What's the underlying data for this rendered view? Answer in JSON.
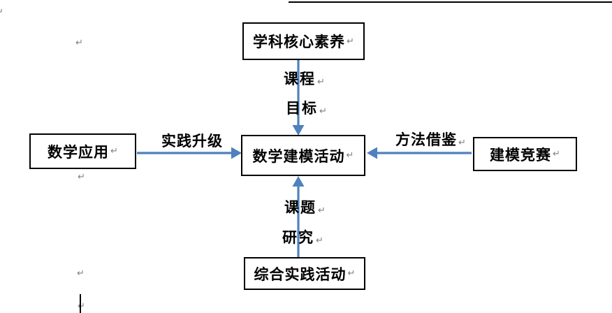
{
  "colors": {
    "arrow": "#4f81bd",
    "border": "#000000",
    "text": "#000000",
    "mark": "#808080"
  },
  "boxes": {
    "top": {
      "label": "学科核心素养"
    },
    "left": {
      "label": "数学应用"
    },
    "center": {
      "label": "数学建模活动"
    },
    "right": {
      "label": "建模竞赛"
    },
    "bottom": {
      "label": "综合实践活动"
    }
  },
  "arrow_labels": {
    "top_line1": "课程",
    "top_line2": "目标",
    "left": "实践升级",
    "right": "方法借鉴",
    "bottom_line1": "课题",
    "bottom_line2": "研究"
  },
  "formatting_marks": {
    "line_break": "↵"
  }
}
